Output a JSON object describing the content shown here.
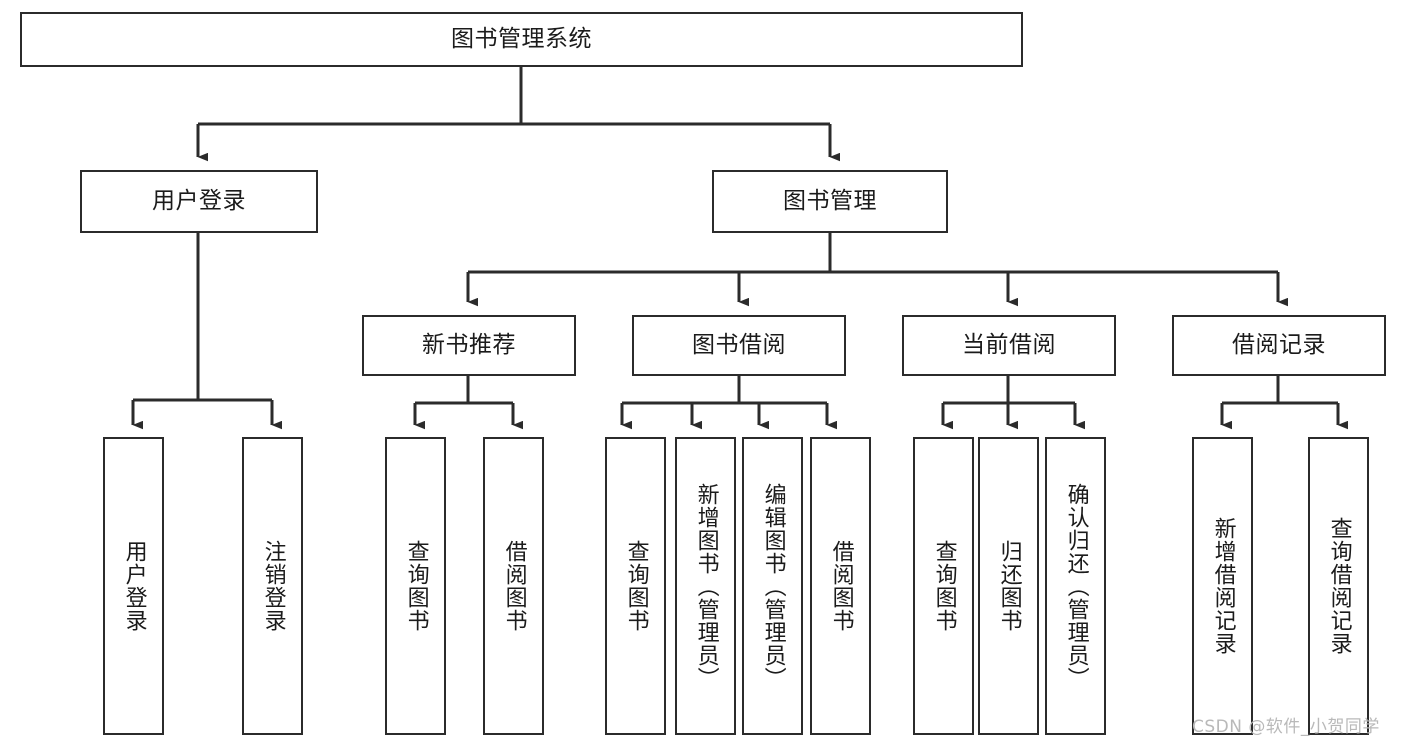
{
  "diagram": {
    "type": "tree-hierarchy-chart",
    "title": "图书管理系统",
    "watermark": "CSDN @软件_小贺同学",
    "colors": {
      "stroke": "#2b2b2b",
      "fill": "#ffffff",
      "text": "#1b1b1b",
      "watermark": "#b9b9b9"
    },
    "levels": {
      "root": {
        "label": "图书管理系统"
      },
      "level2": [
        {
          "id": "user-login",
          "label": "用户登录"
        },
        {
          "id": "book-management",
          "label": "图书管理"
        }
      ],
      "level3": [
        {
          "id": "new-book-recommend",
          "label": "新书推荐",
          "parent": "book-management"
        },
        {
          "id": "book-borrow",
          "label": "图书借阅",
          "parent": "book-management"
        },
        {
          "id": "current-borrow",
          "label": "当前借阅",
          "parent": "book-management"
        },
        {
          "id": "borrow-record",
          "label": "借阅记录",
          "parent": "book-management"
        }
      ],
      "leaves": [
        {
          "id": "leaf-user-login",
          "label": "用户登录",
          "parent": "user-login"
        },
        {
          "id": "leaf-logout-login",
          "label": "注销登录",
          "parent": "user-login"
        },
        {
          "id": "leaf-query-book-1",
          "label": "查询图书",
          "parent": "new-book-recommend"
        },
        {
          "id": "leaf-borrow-book-1",
          "label": "借阅图书",
          "parent": "new-book-recommend"
        },
        {
          "id": "leaf-query-book-2",
          "label": "查询图书",
          "parent": "book-borrow"
        },
        {
          "id": "leaf-add-book-admin",
          "label": "新增图书（管理员）",
          "parent": "book-borrow"
        },
        {
          "id": "leaf-edit-book-admin",
          "label": "编辑图书（管理员）",
          "parent": "book-borrow"
        },
        {
          "id": "leaf-borrow-book-2",
          "label": "借阅图书",
          "parent": "book-borrow"
        },
        {
          "id": "leaf-query-book-3",
          "label": "查询图书",
          "parent": "current-borrow"
        },
        {
          "id": "leaf-return-book",
          "label": "归还图书",
          "parent": "current-borrow"
        },
        {
          "id": "leaf-confirm-return-admin",
          "label": "确认归还（管理员）",
          "parent": "current-borrow"
        },
        {
          "id": "leaf-add-borrow-record",
          "label": "新增借阅记录",
          "parent": "borrow-record"
        },
        {
          "id": "leaf-query-borrow-record",
          "label": "查询借阅记录",
          "parent": "borrow-record"
        }
      ]
    }
  }
}
